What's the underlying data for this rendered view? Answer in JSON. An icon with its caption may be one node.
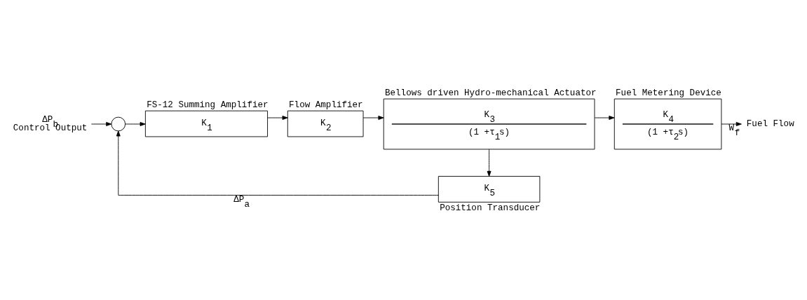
{
  "diagram": {
    "nodes": [
      {
        "text": [
          "ΔP$_{b}$",
          "Control Output"
        ]
      },
      {
        "text": [],
        "shape": "circle"
      },
      {
        "text": [
          "K$_{1}$"
        ],
        "beside": [
          "FS-12 Summing Amplifier"
        ]
      },
      {
        "text": [
          "K$_{2}$"
        ],
        "beside": [
          "Flow Amplifier"
        ]
      },
      {
        "text": [
          "K$_{3}$",
          "(1 +τ$_{1}$s)"
        ],
        "beside": [
          "Bellows driven Hydro-mechanical Actuator"
        ]
      },
      {
        "text": [
          "K$_{4}$",
          "(1 +τ$_{2}$s)"
        ],
        "beside": [
          "Fuel Metering Device"
        ]
      },
      {
        "text": [
          "Fuel Flow"
        ]
      },
      {
        "text": [
          "K$_{5}$"
        ],
        "beside": [
          "Position Transducer"
        ]
      }
    ],
    "edges": [
      {
        "from": 0,
        "to": 1,
        "arrow": "to"
      },
      {
        "from": 1,
        "to": 2,
        "arrow": "to"
      },
      {
        "from": 2,
        "to": 3,
        "arrow": "to"
      },
      {
        "from": 3,
        "to": 4,
        "arrow": "to"
      },
      {
        "from": 4,
        "to": 5,
        "arrow": "to"
      },
      {
        "from": 5,
        "to": 6,
        "arrow": "to",
        "label": "W$_{f}$"
      },
      {
        "from": 4,
        "to": 7,
        "arrow": "to"
      },
      {
        "from": 7,
        "to": 1,
        "arrow": "to",
        "label": "ΔP$_{a}$"
      }
    ]
  }
}
